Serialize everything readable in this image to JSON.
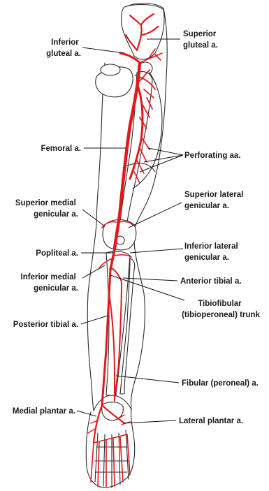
{
  "colors": {
    "artery": "#e0191e",
    "outline": "#2a2a2a",
    "text": "#1a1a1a"
  },
  "labels": {
    "superior_gluteal": [
      "Superior",
      "gluteal a."
    ],
    "inferior_gluteal": [
      "Inferior",
      "gluteal a."
    ],
    "femoral": [
      "Femoral a."
    ],
    "perforating": [
      "Perforating aa."
    ],
    "superior_lateral_genicular": [
      "Superior lateral",
      "genicular  a."
    ],
    "superior_medial_genicular": [
      "Superior medial",
      "genicular a."
    ],
    "popliteal": [
      "Popliteal a."
    ],
    "inferior_lateral_genicular": [
      "Inferior lateral",
      "genicular a."
    ],
    "inferior_medial_genicular": [
      "Inferior medial",
      "genicular a."
    ],
    "anterior_tibial": [
      "Anterior tibial a."
    ],
    "tibiofibular_trunk": [
      "Tibiofibular",
      "(tibioperoneal) trunk"
    ],
    "posterior_tibial": [
      "Posterior tibial a."
    ],
    "fibular": [
      "Fibular (peroneal) a."
    ],
    "medial_plantar": [
      "Medial plantar a."
    ],
    "lateral_plantar": [
      "Lateral plantar a."
    ]
  }
}
